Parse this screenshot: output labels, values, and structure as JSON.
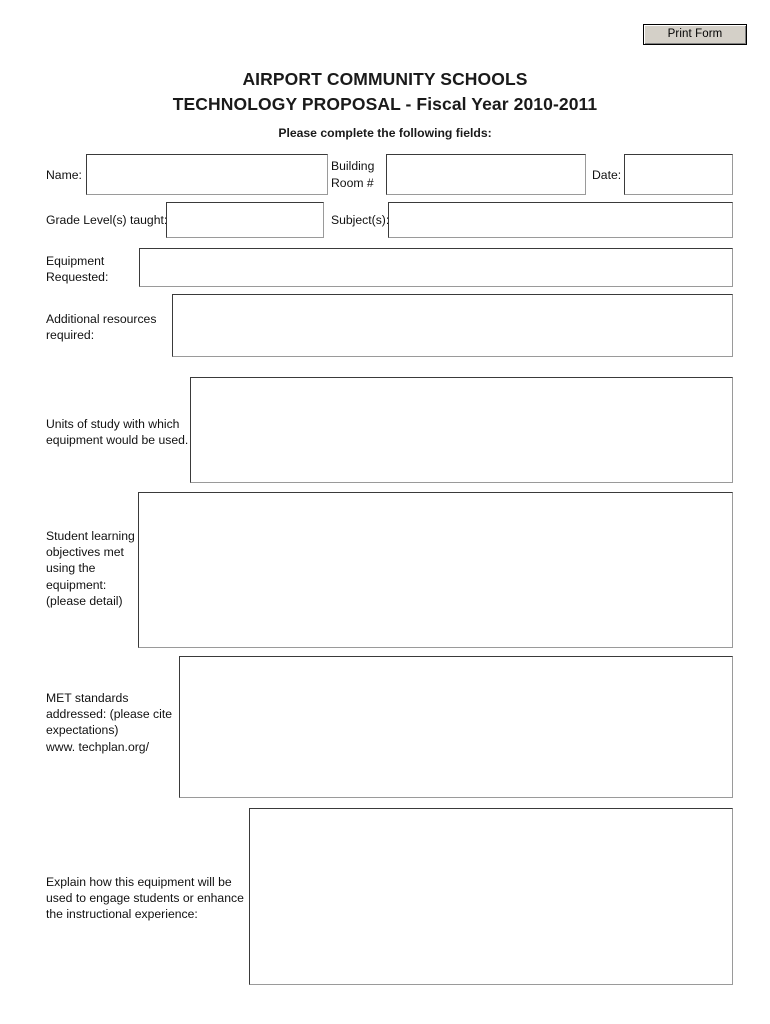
{
  "document": {
    "title_line_1": "AIRPORT COMMUNITY SCHOOLS",
    "title_line_2": "TECHNOLOGY PROPOSAL - Fiscal Year 2010-2011",
    "subtitle": "Please complete the following fields:"
  },
  "toolbar": {
    "print_form_label": "Print Form"
  },
  "fields": {
    "name": {
      "label": "Name:",
      "value": "",
      "placeholder": ""
    },
    "building_room": {
      "label": "Building\nRoom #",
      "value": "",
      "placeholder": ""
    },
    "date": {
      "label": "Date:",
      "value": "",
      "placeholder": ""
    },
    "grade_levels": {
      "label": "Grade Level(s) taught:",
      "value": "",
      "placeholder": ""
    },
    "subjects": {
      "label": "Subject(s):",
      "value": "",
      "placeholder": ""
    },
    "equipment_requested": {
      "label": "Equipment\nRequested:",
      "value": "",
      "placeholder": ""
    },
    "additional_resources": {
      "label": "Additional resources\nrequired:",
      "value": "",
      "placeholder": ""
    },
    "units_of_study": {
      "label": "Units of study with which\nequipment would be used.",
      "value": "",
      "placeholder": ""
    },
    "student_learning_objectives": {
      "label": "Student learning\nobjectives met\nusing the\nequipment:\n(please detail)",
      "value": "",
      "placeholder": ""
    },
    "met_standards": {
      "label": "MET standards\naddressed: (please cite\nexpectations)\nwww. techplan.org/",
      "value": "",
      "placeholder": ""
    },
    "engagement_explanation": {
      "label": "Explain how this equipment will be\nused to engage students or enhance\nthe instructional experience:",
      "value": "",
      "placeholder": ""
    }
  },
  "colors": {
    "page_background": "#ffffff",
    "text": "#111111",
    "field_border_dark": "#3a3a3a",
    "field_border_light": "#9a9a9a",
    "button_face": "#d4d0c8"
  }
}
